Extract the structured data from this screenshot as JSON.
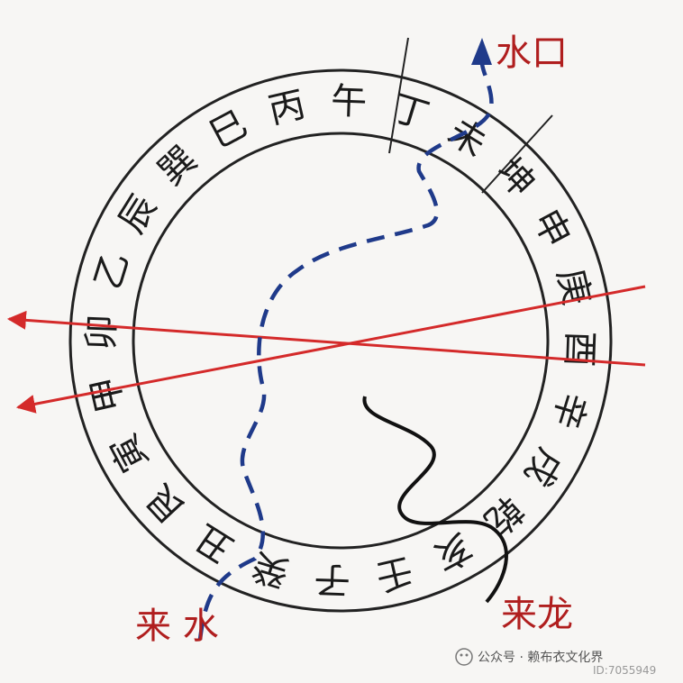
{
  "labels": {
    "water_outlet": "水口",
    "incoming_water": "来 水",
    "incoming_dragon": "来龙"
  },
  "compass_ring": {
    "characters": [
      "丁",
      "未",
      "坤",
      "申",
      "庚",
      "酉",
      "辛",
      "戌",
      "乾",
      "亥",
      "壬",
      "子",
      "癸",
      "丑",
      "艮",
      "寅",
      "甲",
      "卯",
      "乙",
      "辰",
      "巽",
      "巳",
      "丙",
      "午"
    ]
  },
  "watermark": {
    "text": "公众号 · 赖布衣文化界",
    "id": "ID:7055949"
  },
  "colors": {
    "ring": "#222222",
    "characters": "#1a1a1a",
    "red_lines": "#d42a2a",
    "label_red": "#b01e1e",
    "dashed_water": "#1f3a8a",
    "dragon_curve": "#111111"
  }
}
